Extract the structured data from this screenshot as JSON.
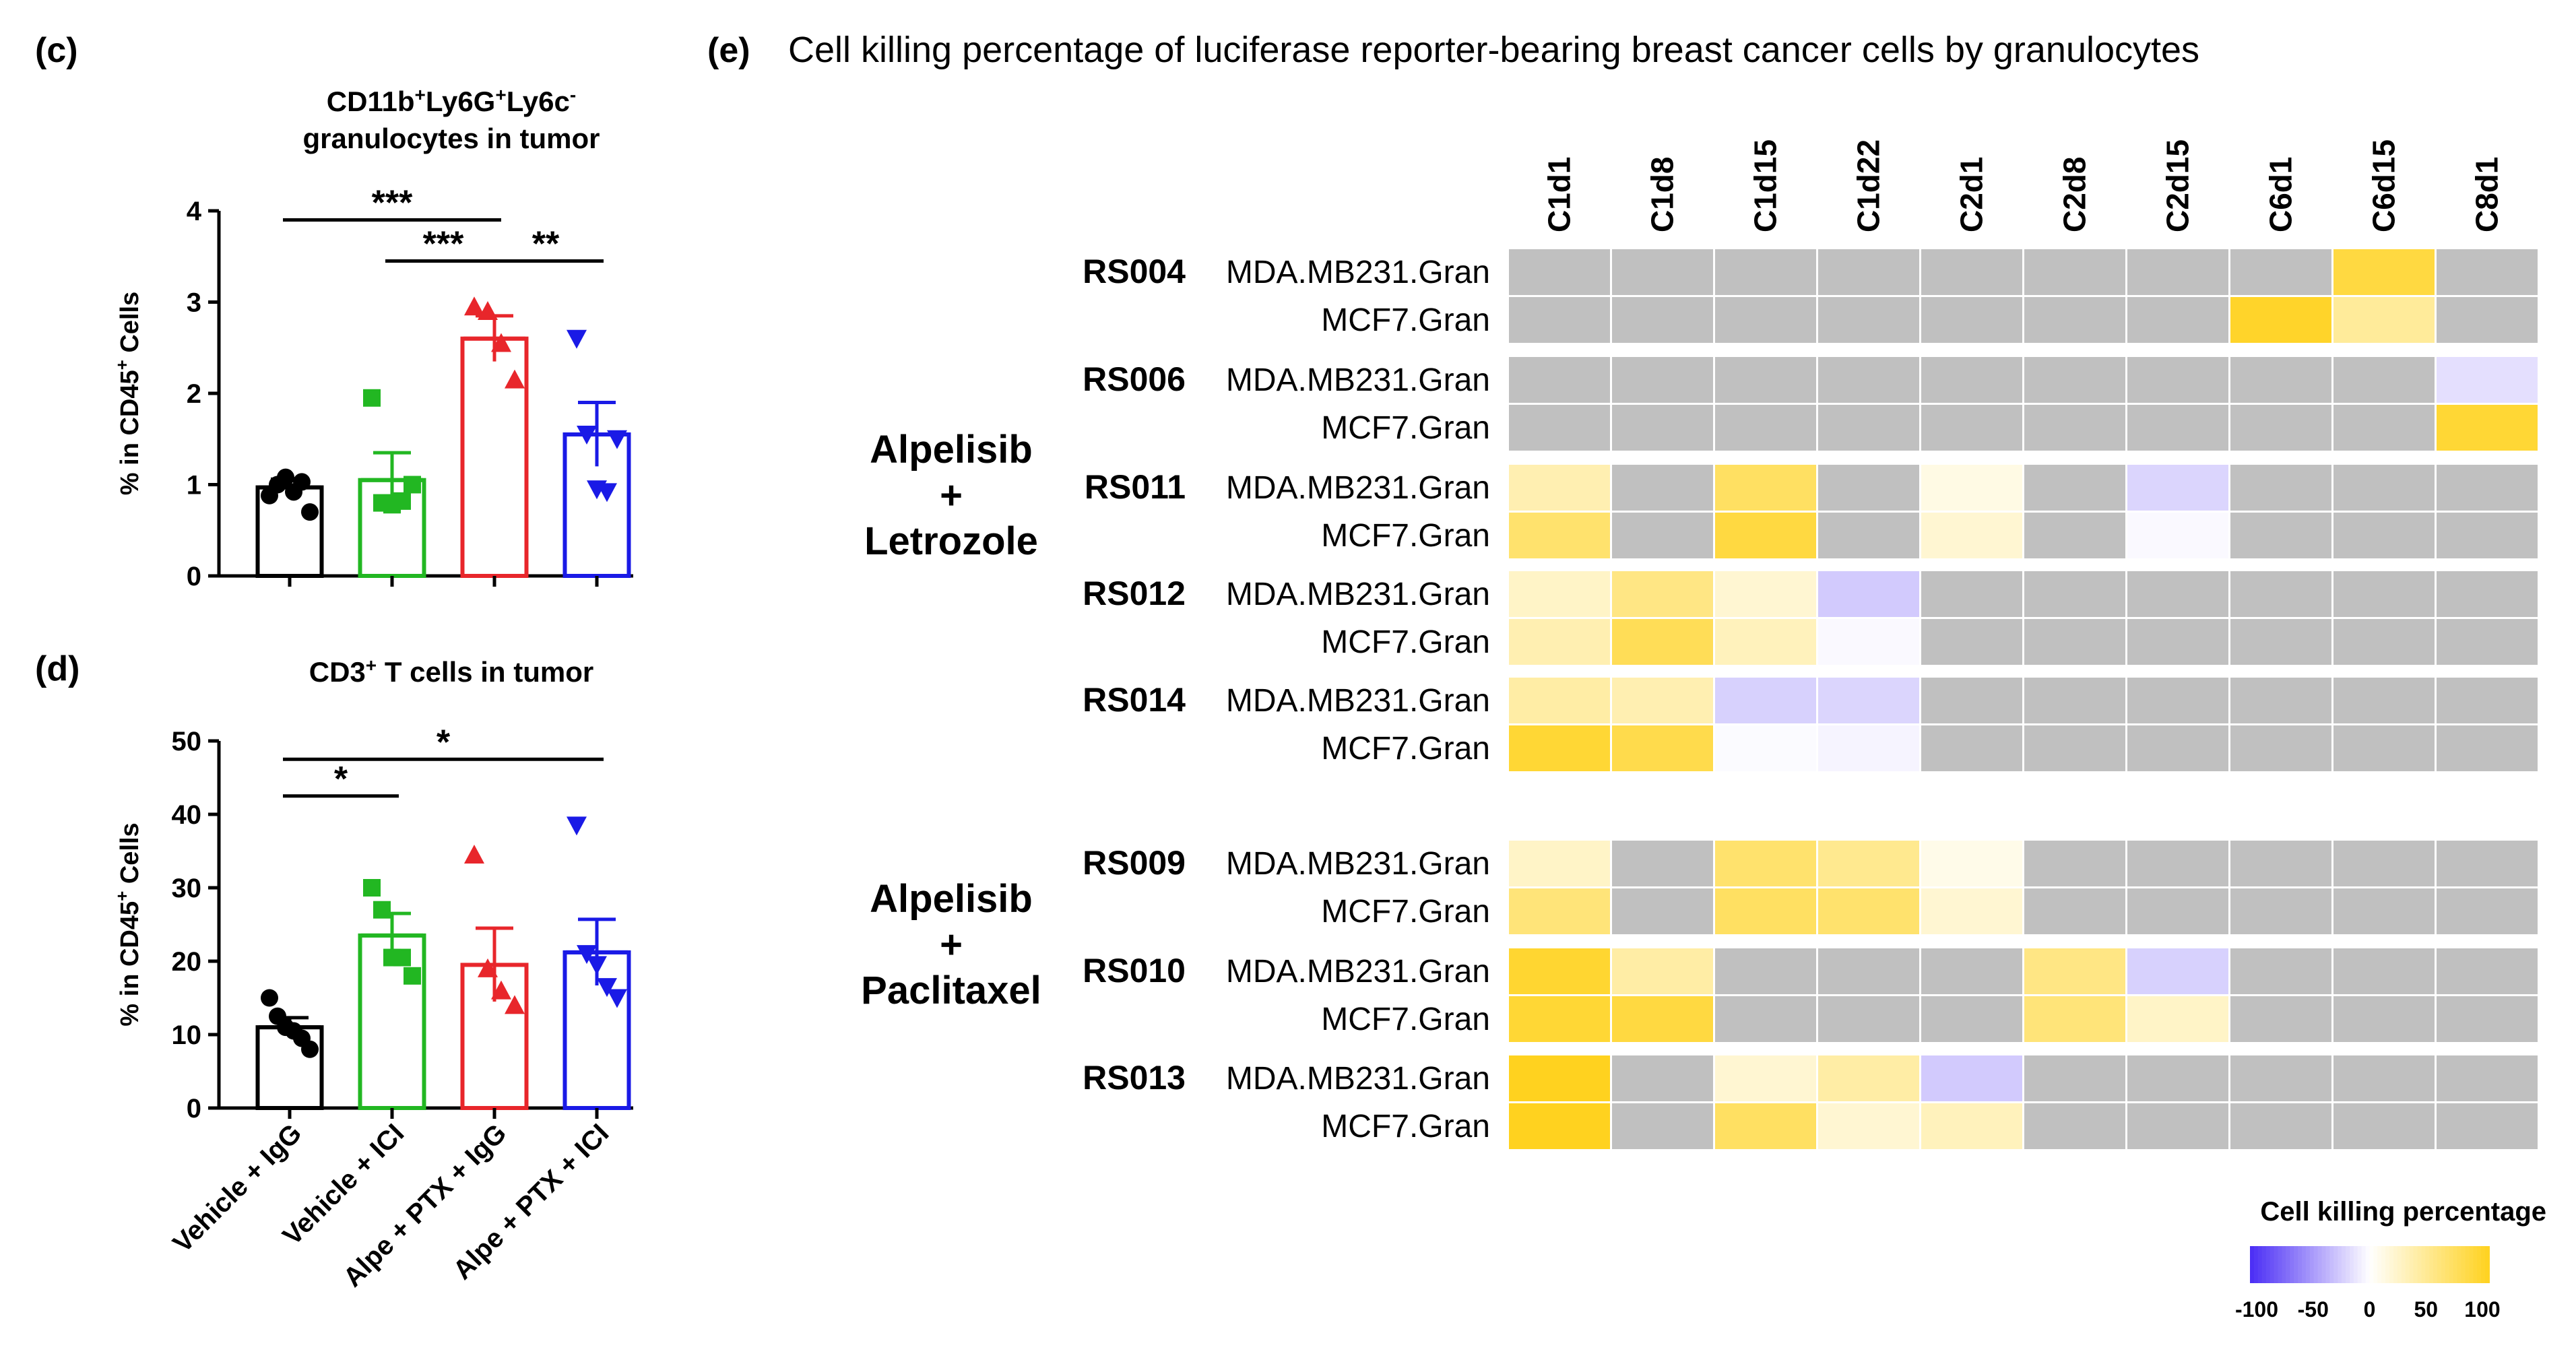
{
  "panels": {
    "c": {
      "label": "(c)"
    },
    "d": {
      "label": "(d)"
    },
    "e": {
      "label": "(e)"
    }
  },
  "colors": {
    "vehicle_igg": "#000000",
    "vehicle_ici": "#22b722",
    "alpe_ptx_igg": "#e8262b",
    "alpe_ptx_ici": "#1a1ae6",
    "na_cell": "#c0c0c0",
    "scale_low": "#4a2cf5",
    "scale_mid": "#ffffff",
    "scale_high": "#ffd21f"
  },
  "chart_data": [
    {
      "id": "c",
      "type": "bar",
      "title": {
        "parts": [
          {
            "t": "CD11b"
          },
          {
            "t": "+",
            "sup": true
          },
          {
            "t": "Ly6G"
          },
          {
            "t": "+",
            "sup": true
          },
          {
            "t": "Ly6c"
          },
          {
            "t": "-",
            "sup": true
          }
        ],
        "line2": "granulocytes in tumor"
      },
      "ylabel": {
        "pre": "% in CD45",
        "sup": "+",
        "post": " Cells"
      },
      "ylim": [
        0,
        4
      ],
      "yticks": [
        "0",
        "1",
        "2",
        "3",
        "4"
      ],
      "categories": [
        "Vehicle + IgG",
        "Vehicle + ICI",
        "Alpe + PTX + IgG",
        "Alpe + PTX + ICI"
      ],
      "series": [
        {
          "mean": 0.97,
          "sem": 0.09,
          "marker": "circle",
          "points": [
            0.88,
            1.0,
            1.08,
            0.92,
            1.03,
            0.7
          ]
        },
        {
          "mean": 1.05,
          "sem": 0.3,
          "marker": "square",
          "points": [
            1.95,
            0.8,
            0.78,
            0.82,
            1.0
          ]
        },
        {
          "mean": 2.6,
          "sem": 0.25,
          "marker": "triangle",
          "points": [
            2.95,
            2.9,
            2.55,
            2.15
          ]
        },
        {
          "mean": 1.55,
          "sem": 0.35,
          "marker": "tri_down",
          "points": [
            2.6,
            1.55,
            0.95,
            0.92,
            1.5
          ]
        }
      ],
      "significance": [
        {
          "from": 0,
          "to": 2,
          "y": 3.9,
          "label": "***"
        },
        {
          "from": 1,
          "to": 2,
          "y": 3.45,
          "label": "***"
        },
        {
          "from": 2,
          "to": 3,
          "y": 3.45,
          "label": "**"
        }
      ]
    },
    {
      "id": "d",
      "type": "bar",
      "title": {
        "parts": [
          {
            "t": "CD3"
          },
          {
            "t": "+",
            "sup": true
          },
          {
            "t": " T cells in tumor"
          }
        ],
        "line2": ""
      },
      "ylabel": {
        "pre": "% in CD45",
        "sup": "+",
        "post": " Cells"
      },
      "ylim": [
        0,
        50
      ],
      "yticks": [
        "0",
        "10",
        "20",
        "30",
        "40",
        "50"
      ],
      "categories": [
        "Vehicle + IgG",
        "Vehicle + ICI",
        "Alpe + PTX + IgG",
        "Alpe + PTX + ICI"
      ],
      "series": [
        {
          "mean": 11,
          "sem": 1.3,
          "marker": "circle",
          "points": [
            15,
            12.5,
            11,
            10.5,
            9.5,
            8
          ]
        },
        {
          "mean": 23.5,
          "sem": 3,
          "marker": "square",
          "points": [
            30,
            27,
            20.5,
            20.5,
            18
          ]
        },
        {
          "mean": 19.5,
          "sem": 5,
          "marker": "triangle",
          "points": [
            34.5,
            19,
            16,
            14
          ]
        },
        {
          "mean": 21.2,
          "sem": 4.5,
          "marker": "tri_down",
          "points": [
            38.5,
            21,
            19.5,
            16.5,
            15
          ]
        }
      ],
      "significance": [
        {
          "from": 0,
          "to": 3,
          "y": 47.5,
          "label": "*"
        },
        {
          "from": 0,
          "to": 1,
          "y": 42.5,
          "label": "*"
        }
      ]
    },
    {
      "id": "e",
      "type": "heatmap",
      "title": "Cell killing  percentage of luciferase reporter-bearing breast cancer cells by granulocytes",
      "columns": [
        "C1d1",
        "C1d8",
        "C1d15",
        "C1d22",
        "C2d1",
        "C2d8",
        "C2d15",
        "C6d1",
        "C6d15",
        "C8d1"
      ],
      "groups": [
        {
          "label_lines": [
            "Alpelisib",
            "+",
            "Letrozole"
          ],
          "patients": [
            {
              "id": "RS004",
              "rows": [
                {
                  "label": "MDA.MB231.Gran",
                  "values": [
                    null,
                    null,
                    null,
                    null,
                    null,
                    null,
                    null,
                    null,
                    85,
                    null
                  ]
                },
                {
                  "label": "MCF7.Gran",
                  "values": [
                    null,
                    null,
                    null,
                    null,
                    null,
                    null,
                    null,
                    95,
                    45,
                    null
                  ]
                }
              ]
            },
            {
              "id": "RS006",
              "rows": [
                {
                  "label": "MDA.MB231.Gran",
                  "values": [
                    null,
                    null,
                    null,
                    null,
                    null,
                    null,
                    null,
                    null,
                    null,
                    -15
                  ]
                },
                {
                  "label": "MCF7.Gran",
                  "values": [
                    null,
                    null,
                    null,
                    null,
                    null,
                    null,
                    null,
                    null,
                    null,
                    90
                  ]
                }
              ]
            },
            {
              "id": "RS011",
              "rows": [
                {
                  "label": "MDA.MB231.Gran",
                  "values": [
                    35,
                    null,
                    70,
                    null,
                    12,
                    null,
                    -20,
                    null,
                    null,
                    null
                  ]
                },
                {
                  "label": "MCF7.Gran",
                  "values": [
                    65,
                    null,
                    85,
                    null,
                    20,
                    null,
                    -3,
                    null,
                    null,
                    null
                  ]
                }
              ]
            },
            {
              "id": "RS012",
              "rows": [
                {
                  "label": "MDA.MB231.Gran",
                  "values": [
                    25,
                    55,
                    20,
                    -25,
                    null,
                    null,
                    null,
                    null,
                    null,
                    null
                  ]
                },
                {
                  "label": "MCF7.Gran",
                  "values": [
                    35,
                    75,
                    30,
                    -3,
                    null,
                    null,
                    null,
                    null,
                    null,
                    null
                  ]
                }
              ]
            },
            {
              "id": "RS014",
              "rows": [
                {
                  "label": "MDA.MB231.Gran",
                  "values": [
                    40,
                    35,
                    -22,
                    -20,
                    null,
                    null,
                    null,
                    null,
                    null,
                    null
                  ]
                },
                {
                  "label": "MCF7.Gran",
                  "values": [
                    90,
                    80,
                    -2,
                    -5,
                    null,
                    null,
                    null,
                    null,
                    null,
                    null
                  ]
                }
              ]
            }
          ]
        },
        {
          "label_lines": [
            "Alpelisib",
            "+",
            "Paclitaxel"
          ],
          "patients": [
            {
              "id": "RS009",
              "rows": [
                {
                  "label": "MDA.MB231.Gran",
                  "values": [
                    25,
                    null,
                    65,
                    50,
                    10,
                    null,
                    null,
                    null,
                    null,
                    null
                  ]
                },
                {
                  "label": "MCF7.Gran",
                  "values": [
                    60,
                    null,
                    70,
                    65,
                    20,
                    null,
                    null,
                    null,
                    null,
                    null
                  ]
                }
              ]
            },
            {
              "id": "RS010",
              "rows": [
                {
                  "label": "MDA.MB231.Gran",
                  "values": [
                    92,
                    40,
                    null,
                    null,
                    null,
                    55,
                    -22,
                    null,
                    null,
                    null
                  ]
                },
                {
                  "label": "MCF7.Gran",
                  "values": [
                    90,
                    85,
                    null,
                    null,
                    null,
                    60,
                    25,
                    null,
                    null,
                    null
                  ]
                }
              ]
            },
            {
              "id": "RS013",
              "rows": [
                {
                  "label": "MDA.MB231.Gran",
                  "values": [
                    100,
                    null,
                    20,
                    40,
                    -25,
                    null,
                    null,
                    null,
                    null,
                    null
                  ]
                },
                {
                  "label": "MCF7.Gran",
                  "values": [
                    100,
                    null,
                    70,
                    20,
                    30,
                    null,
                    null,
                    null,
                    null,
                    null
                  ]
                }
              ]
            }
          ]
        }
      ],
      "colorbar": {
        "title": "Cell killing percentage",
        "range": [
          -100,
          100
        ],
        "ticks": [
          "-100",
          "-50",
          "0",
          "50",
          "100"
        ]
      }
    }
  ]
}
